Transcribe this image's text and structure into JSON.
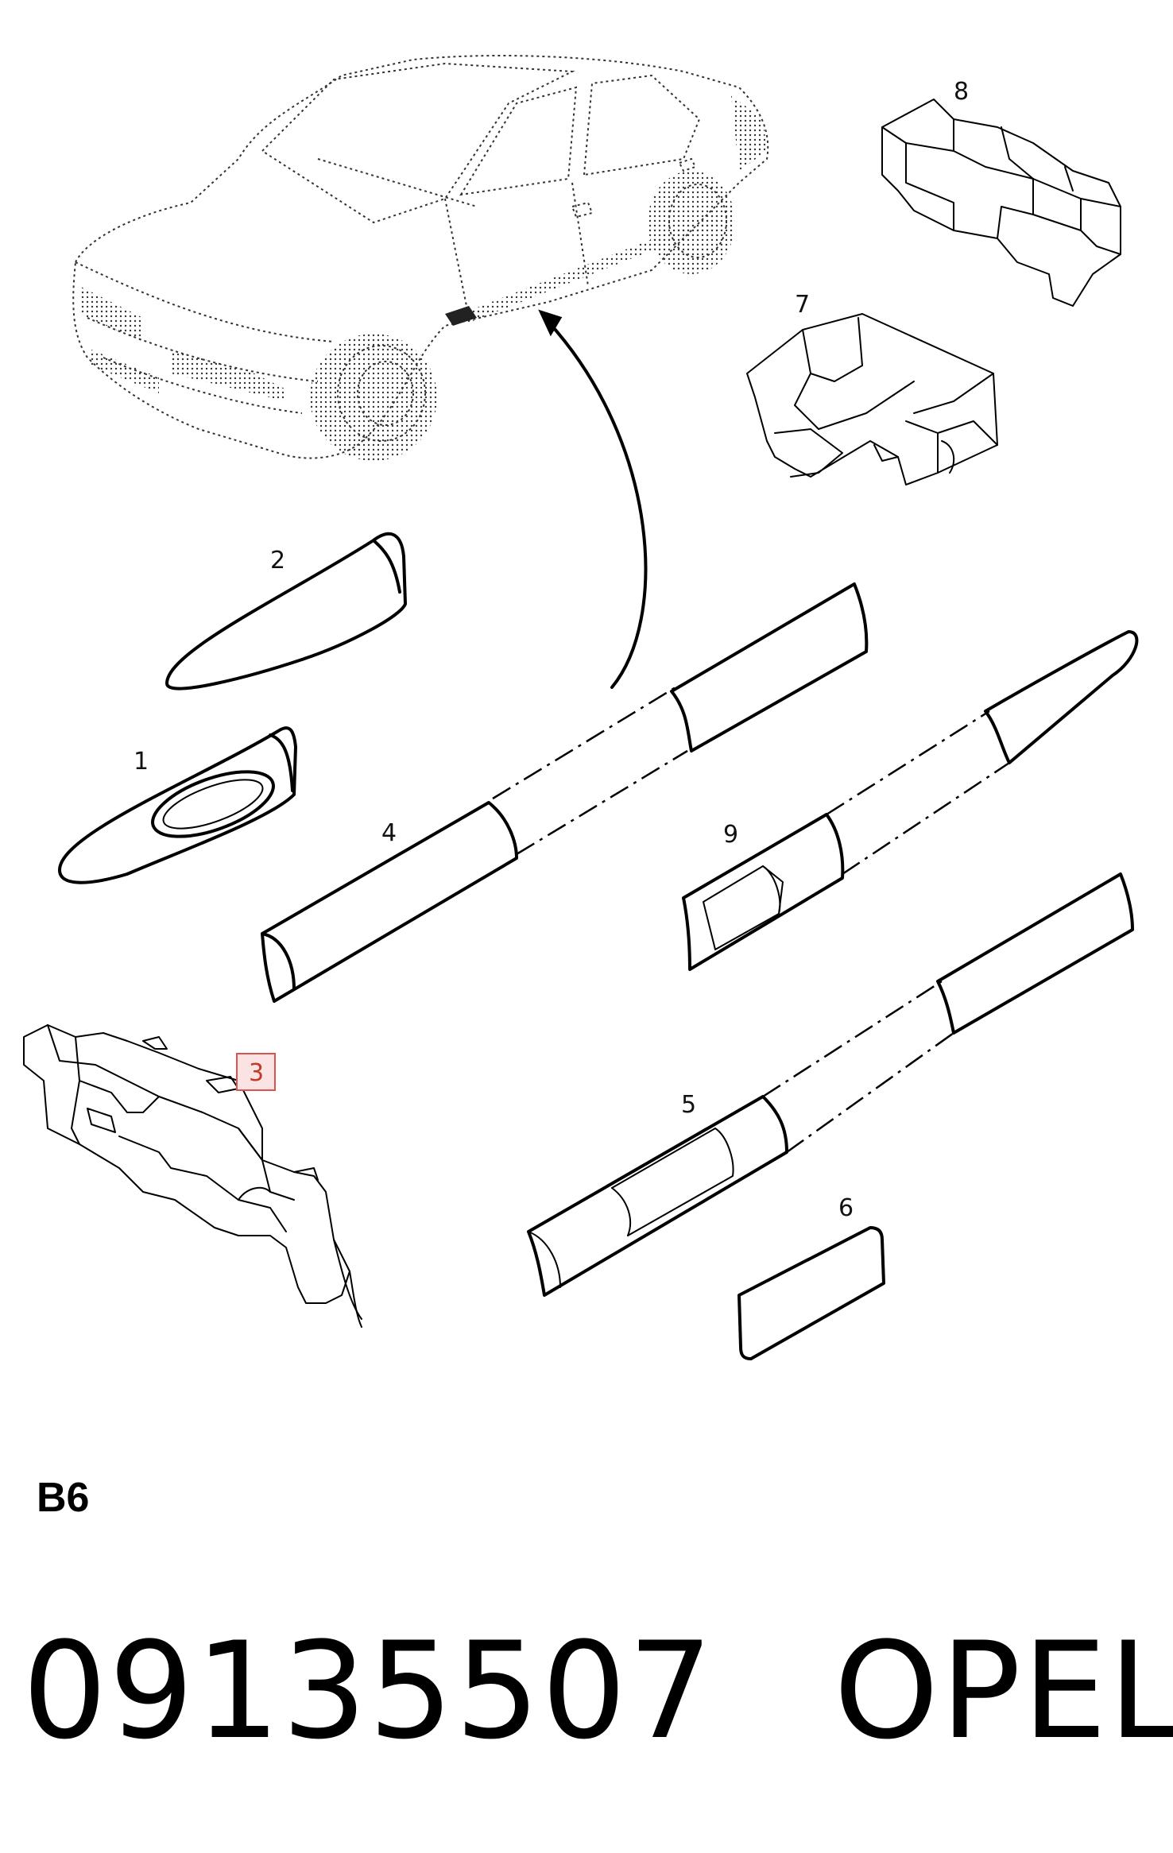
{
  "callouts": {
    "c1": "1",
    "c2": "2",
    "c3": "3",
    "c4": "4",
    "c5": "5",
    "c6": "6",
    "c7": "7",
    "c8": "8",
    "c9": "9"
  },
  "section_code": "B6",
  "footer": {
    "part_number": "09135507",
    "brand": "OPEL"
  },
  "highlight_color": "#d9534f"
}
